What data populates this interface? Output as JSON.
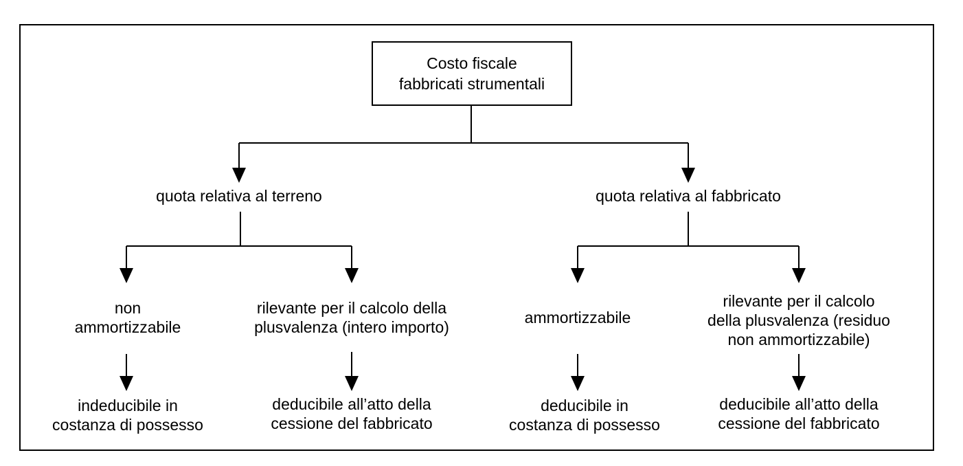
{
  "root": {
    "line1": "Costo fiscale",
    "line2": "fabbricati strumentali"
  },
  "left": {
    "label": "quota relativa al terreno",
    "a": {
      "line1": "non",
      "line2": "ammortizzabile"
    },
    "a_result": {
      "line1": "indeducibile in",
      "line2": "costanza di possesso"
    },
    "b": {
      "line1": "rilevante per il calcolo della",
      "line2": "plusvalenza (intero importo)"
    },
    "b_result": {
      "line1": "deducibile all’atto della",
      "line2": "cessione del fabbricato"
    }
  },
  "right": {
    "label": "quota relativa al fabbricato",
    "a": {
      "line1": "ammortizzabile"
    },
    "a_result": {
      "line1": "deducibile in",
      "line2": "costanza di possesso"
    },
    "b": {
      "line1": "rilevante per il calcolo",
      "line2": "della plusvalenza (residuo",
      "line3": "non ammortizzabile)"
    },
    "b_result": {
      "line1": "deducibile all’atto della",
      "line2": "cessione del fabbricato"
    }
  }
}
